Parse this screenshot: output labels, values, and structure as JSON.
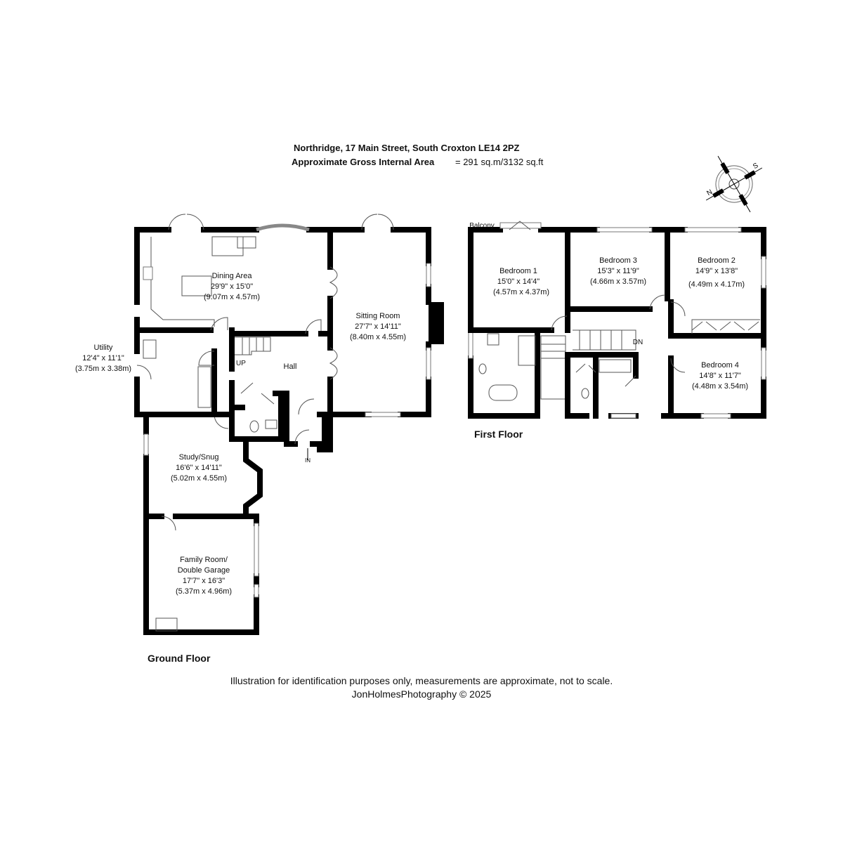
{
  "header": {
    "address": "Northridge, 17 Main Street, South Croxton LE14 2PZ",
    "area_label": "Approximate Gross Internal Area",
    "area_value": "= 291 sq.m/3132 sq.ft"
  },
  "compass": {
    "north": "N",
    "south": "S"
  },
  "ground_floor": {
    "title": "Ground Floor",
    "rooms": [
      {
        "name": "Dining Area",
        "imperial": "29'9\" x 15'0\"",
        "metric": "(9.07m x 4.57m)"
      },
      {
        "name": "Sitting Room",
        "imperial": "27'7\" x 14'11\"",
        "metric": "(8.40m x 4.55m)"
      },
      {
        "name": "Utility",
        "imperial": "12'4\" x 11'1\"",
        "metric": "(3.75m x 3.38m)"
      },
      {
        "name": "Hall"
      },
      {
        "name": "Study/Snug",
        "imperial": "16'6\" x 14'11\"",
        "metric": "(5.02m x 4.55m)"
      },
      {
        "name": "Family Room/",
        "name2": "Double Garage",
        "imperial": "17'7\" x 16'3\"",
        "metric": "(5.37m x 4.96m)"
      }
    ],
    "up": "UP",
    "in": "IN"
  },
  "first_floor": {
    "title": "First Floor",
    "balcony": "Balcony",
    "dn": "DN",
    "rooms": [
      {
        "name": "Bedroom 1",
        "imperial": "15'0\" x 14'4\"",
        "metric": "(4.57m x 4.37m)"
      },
      {
        "name": "Bedroom 3",
        "imperial": "15'3\" x 11'9\"",
        "metric": "(4.66m x 3.57m)"
      },
      {
        "name": "Bedroom 2",
        "imperial": "14'9\" x 13'8\"",
        "metric": "(4.49m x 4.17m)"
      },
      {
        "name": "Bedroom 4",
        "imperial": "14'8\" x 11'7\"",
        "metric": "(4.48m x 3.54m)"
      }
    ]
  },
  "footer": {
    "disclaimer": "Illustration for identification purposes only, measurements are approximate, not to scale.",
    "credit": "JonHolmesPhotography © 2025"
  }
}
